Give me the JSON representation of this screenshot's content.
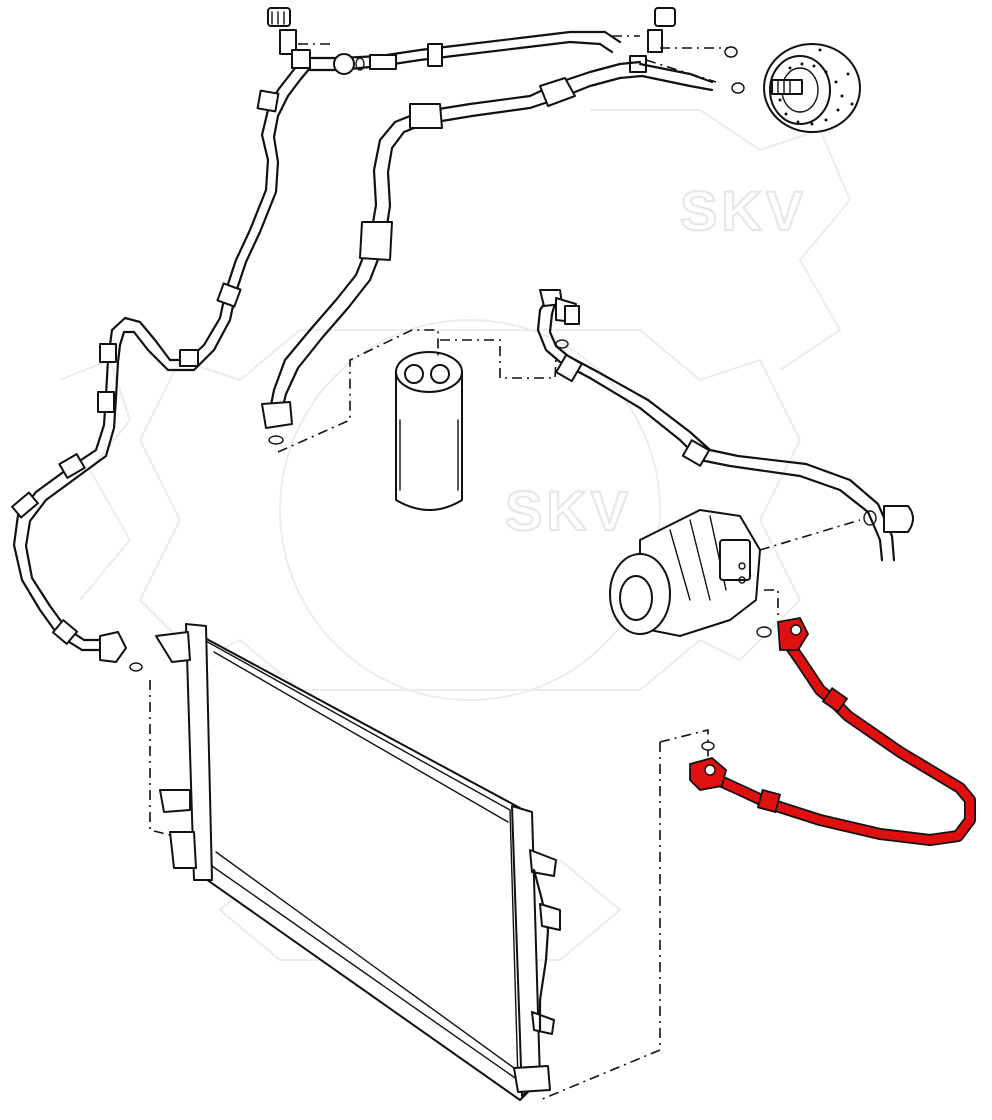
{
  "watermark": {
    "text_top": "SKV",
    "text_center": "SKV"
  },
  "highlight": {
    "part": "refrigerant-hose",
    "color": "#e01010"
  },
  "line_color": "#111111"
}
